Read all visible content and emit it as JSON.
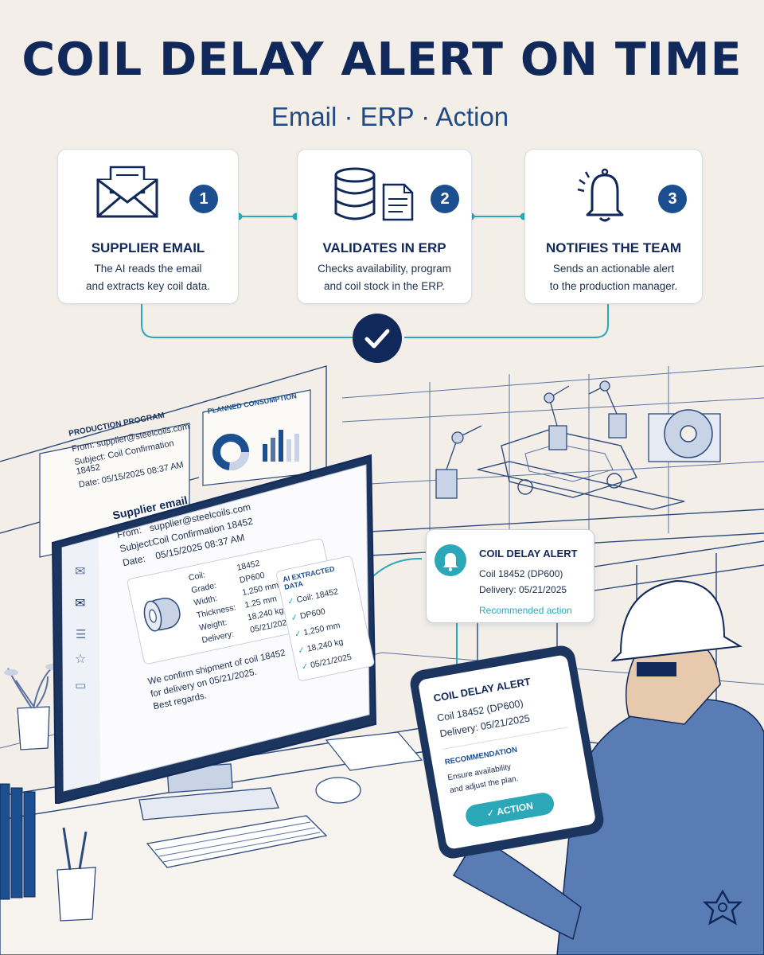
{
  "header": {
    "title": "COIL DELAY ALERT ON TIME",
    "subtitle": "Email · ERP · Action"
  },
  "steps": [
    {
      "number": "1",
      "icon": "envelope-icon",
      "title": "SUPPLIER EMAIL",
      "desc_line1": "The AI reads the email",
      "desc_line2": "and extracts key coil data."
    },
    {
      "number": "2",
      "icon": "database-document-icon",
      "title": "VALIDATES IN ERP",
      "desc_line1": "Checks availability, program",
      "desc_line2": "and coil stock in the ERP."
    },
    {
      "number": "3",
      "icon": "bell-icon",
      "title": "NOTIFIES THE TEAM",
      "desc_line1": "Sends an actionable alert",
      "desc_line2": "to the production manager."
    }
  ],
  "background_panel": {
    "program_title": "PRODUCTION PROGRAM",
    "from_label": "From:",
    "from_value": "supplier@steelcoils.com",
    "subject_label": "Subject:",
    "subject_value": "Coil Confirmation 18452",
    "date_label": "Date:",
    "date_value": "05/15/2025 08:37 AM",
    "consumption_title": "PLANNED CONSUMPTION"
  },
  "monitor": {
    "title": "Supplier email",
    "from_label": "From:",
    "from_value": "supplier@steelcoils.com",
    "subject_label": "Subject:",
    "subject_value": "Coil Confirmation 18452",
    "date_label": "Date:",
    "date_value": "05/15/2025 08:37 AM",
    "coil_label": "Coil:",
    "coil_value": "18452",
    "grade_label": "Grade:",
    "grade_value": "DP600",
    "width_label": "Width:",
    "width_value": "1,250 mm",
    "thickness_label": "Thickness:",
    "thickness_value": "1.25 mm",
    "weight_label": "Weight:",
    "weight_value": "18,240 kg",
    "delivery_label": "Delivery:",
    "delivery_value": "05/21/2025",
    "body_line1": "We confirm shipment of coil 18452",
    "body_line2": "for delivery on 05/21/2025.",
    "body_line3": "Best regards.",
    "extracted_title": "AI EXTRACTED DATA",
    "extracted": [
      "Coil: 18452",
      "DP600",
      "1,250 mm",
      "18,240 kg",
      "05/21/2025"
    ]
  },
  "alert": {
    "title": "COIL DELAY ALERT",
    "line1": "Coil 18452 (DP600)",
    "line2": "Delivery: 05/21/2025",
    "action_link": "Recommended action"
  },
  "tablet": {
    "title": "COIL DELAY ALERT",
    "line1": "Coil 18452 (DP600)",
    "line2": "Delivery: 05/21/2025",
    "rec_title": "RECOMMENDATION",
    "rec_line1": "Ensure availability",
    "rec_line2": "and adjust the plan.",
    "action_label": "ACTION"
  },
  "colors": {
    "navy": "#10295a",
    "blue": "#1c4f8f",
    "teal": "#2aa8b8",
    "background": "#f3efe8"
  }
}
